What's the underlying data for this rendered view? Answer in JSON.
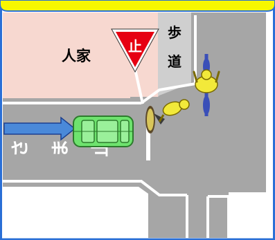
{
  "labels": {
    "house": "人家",
    "sidewalk_char_1": "歩",
    "sidewalk_char_2": "道",
    "stop_sign": "止",
    "road_marking_1": "さ",
    "road_marking_2": "ま",
    "road_marking_3": "止"
  },
  "colors": {
    "frame_blue": "#2a6fd6",
    "header_yellow": "#f7f700",
    "road_gray": "#a6a6a6",
    "house_pink": "#f7d8d0",
    "sidewalk_gray": "#cfcfcf",
    "stop_sign_red": "#e60012",
    "car_green": "#6ee36e",
    "arrow_blue": "#4a89d9",
    "cyclist_yellow": "#f2e93a",
    "bicycle_blue": "#3a4fb8"
  },
  "icons": {
    "stop_sign": "inverted-triangle-stop-sign",
    "car": "green-minivan-top-view",
    "arrow": "right-arrow",
    "cyclist_top": "cyclist-heading-up",
    "cyclist_left": "cyclist-fallen-left"
  }
}
